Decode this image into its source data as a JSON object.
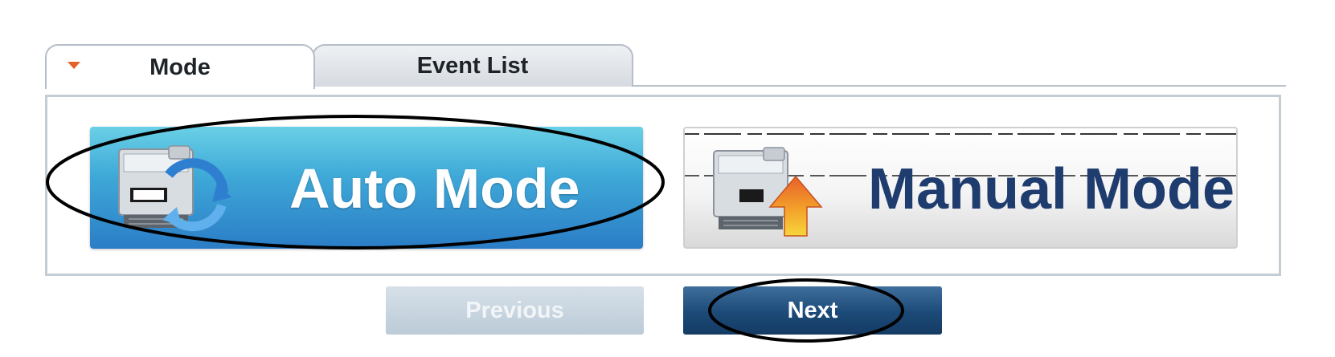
{
  "tabs": [
    {
      "label": "Mode",
      "active": true
    },
    {
      "label": "Event List",
      "active": false
    }
  ],
  "modes": {
    "auto": {
      "label": "Auto Mode",
      "icon": "ecu-refresh-icon"
    },
    "manual": {
      "label": "Manual Mode",
      "icon": "ecu-upload-icon"
    }
  },
  "nav": {
    "previous_label": "Previous",
    "next_label": "Next",
    "previous_disabled": true
  },
  "colors": {
    "accent_tab_arrow": "#e2622a",
    "auto_mode_blue": "#2b7dc6",
    "manual_mode_text": "#1f3c6e",
    "next_button": "#1c4a78",
    "previous_disabled": "#bccbd8",
    "annotation": "#000000"
  }
}
